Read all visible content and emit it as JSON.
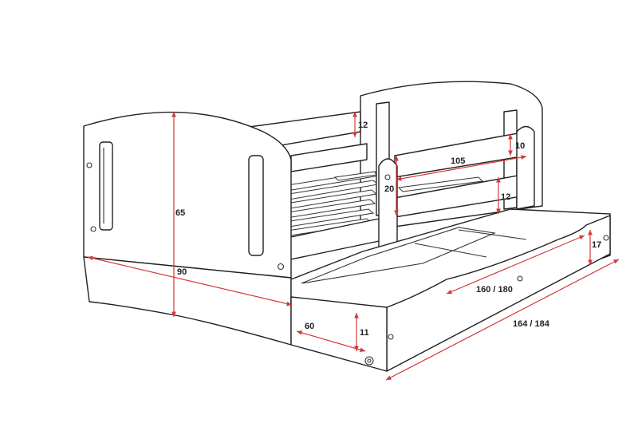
{
  "dimensions": {
    "headboard_height_mid": "12",
    "rail_gap": "10",
    "rail_length": "105",
    "post_height": "20",
    "rail_height": "12",
    "head_height": "65",
    "bed_width": "90",
    "drawer_height": "17",
    "drawer_inner_length": "160 / 180",
    "drawer_depth": "60",
    "drawer_clearance": "11",
    "total_length": "164 / 184"
  },
  "colors": {
    "dimension_line": "#d23a3a",
    "outline": "#222222"
  }
}
